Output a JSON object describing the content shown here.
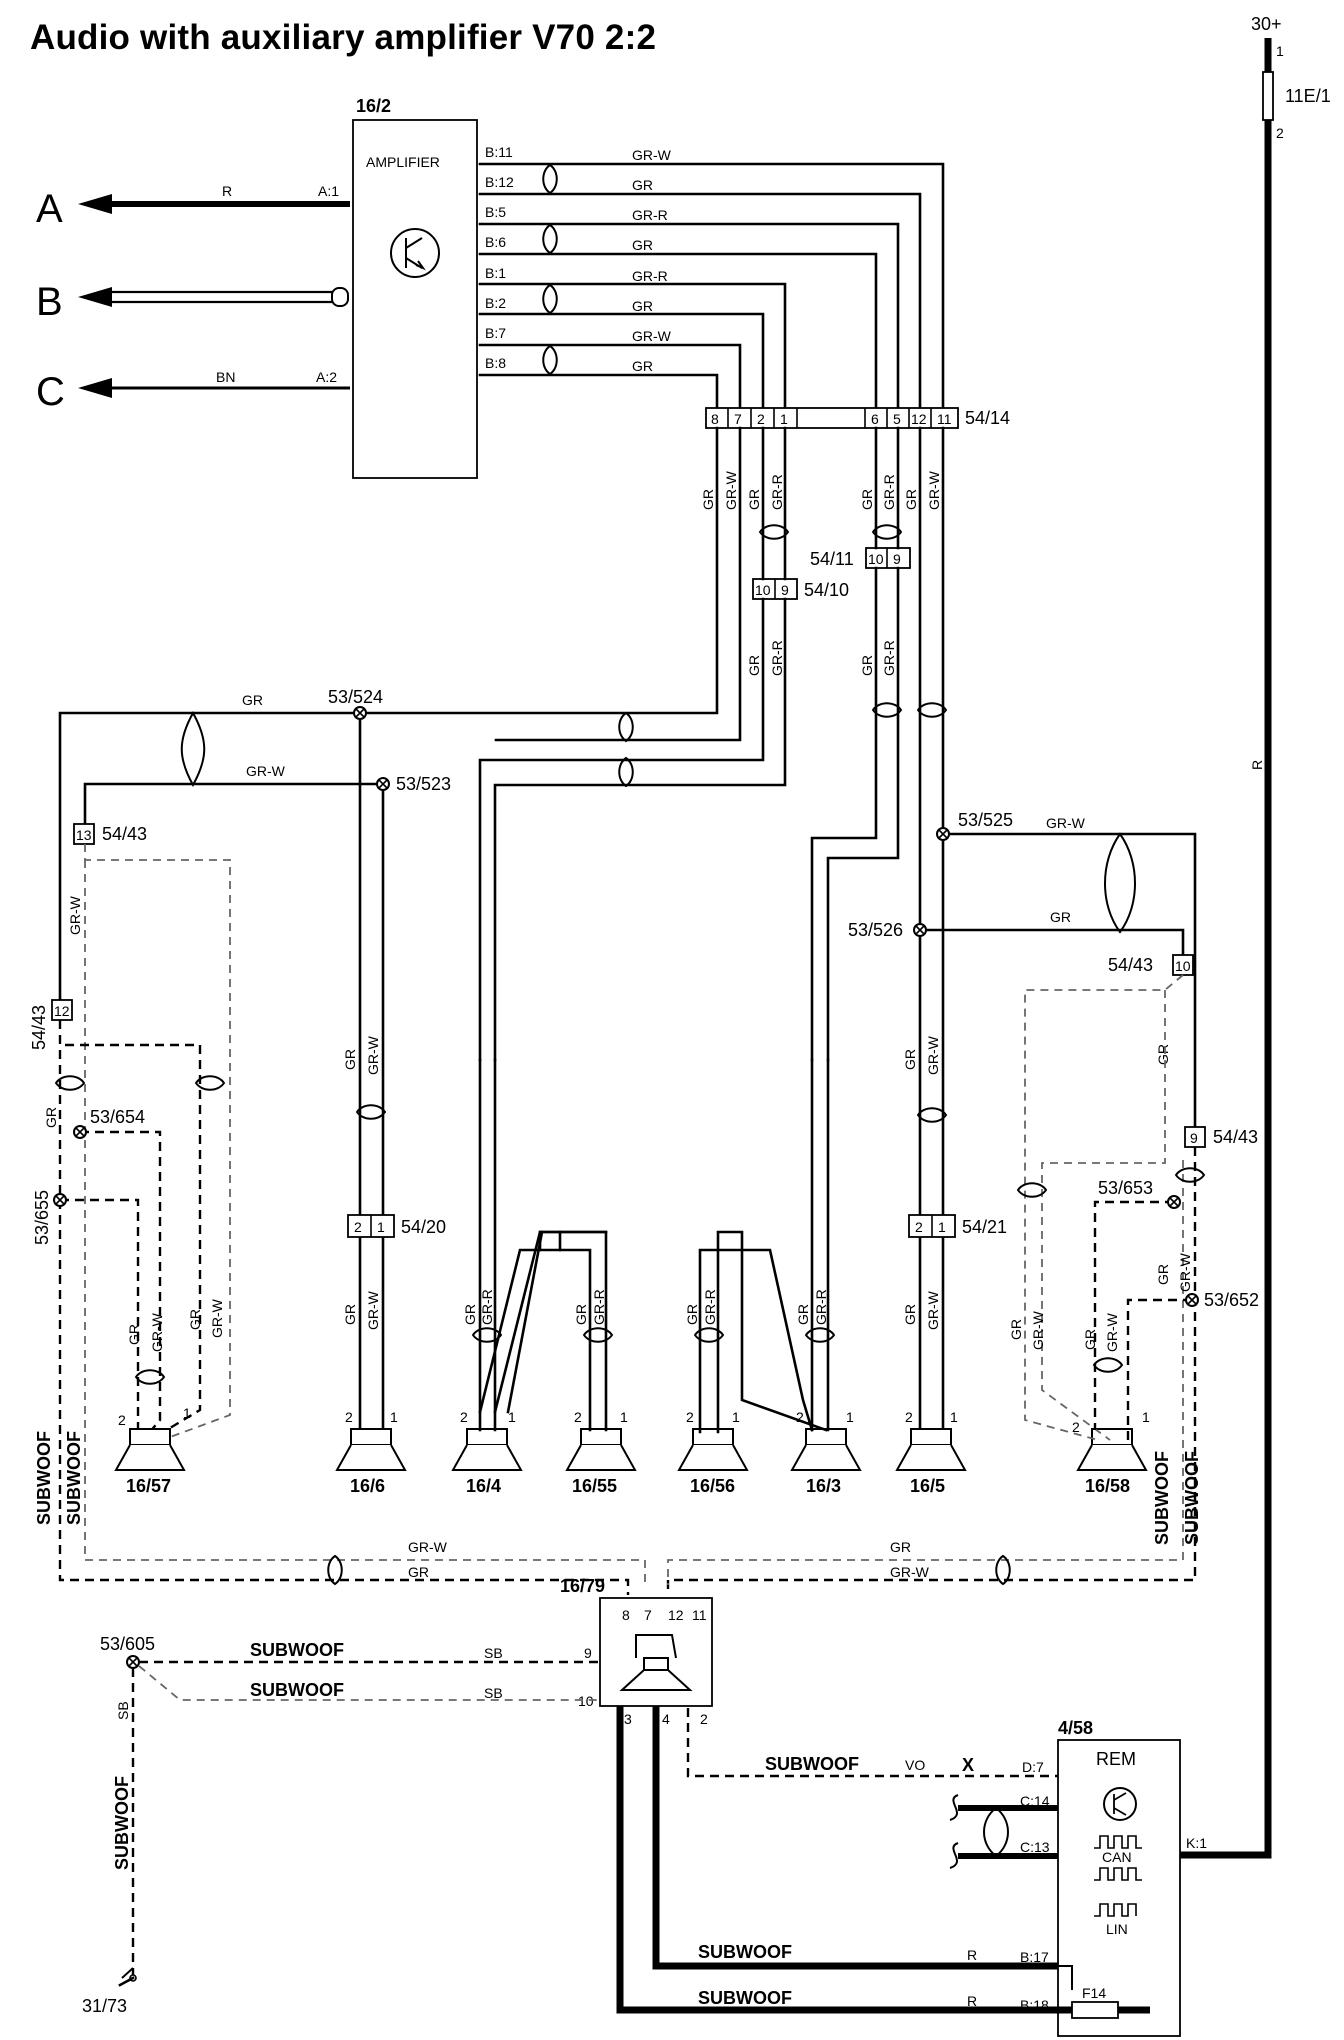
{
  "title": "Audio with auxiliary amplifier V70 2:2",
  "power": {
    "supply": "30+",
    "fuse": "11E/1",
    "pin1": "1",
    "pin2": "2",
    "wire_color": "R"
  },
  "arrows": [
    {
      "letter": "A",
      "wire_color": "R",
      "pin": "A:1"
    },
    {
      "letter": "B"
    },
    {
      "letter": "C",
      "wire_color": "BN",
      "pin": "A:2"
    }
  ],
  "amplifier": {
    "id": "16/2",
    "name": "AMPLIFIER",
    "pins": [
      {
        "pin": "B:11",
        "color": "GR-W"
      },
      {
        "pin": "B:12",
        "color": "GR"
      },
      {
        "pin": "B:5",
        "color": "GR-R"
      },
      {
        "pin": "B:6",
        "color": "GR"
      },
      {
        "pin": "B:1",
        "color": "GR-R"
      },
      {
        "pin": "B:2",
        "color": "GR"
      },
      {
        "pin": "B:7",
        "color": "GR-W"
      },
      {
        "pin": "B:8",
        "color": "GR"
      }
    ]
  },
  "connectors": {
    "c54_14": {
      "id": "54/14",
      "cells": [
        "8",
        "7",
        "2",
        "1",
        "6",
        "5",
        "12",
        "11"
      ]
    },
    "c54_11": {
      "id": "54/11",
      "cells": [
        "10",
        "9"
      ]
    },
    "c54_10": {
      "id": "54/10",
      "cells": [
        "10",
        "9"
      ]
    },
    "c54_20": {
      "id": "54/20",
      "cells": [
        "2",
        "1"
      ]
    },
    "c54_21": {
      "id": "54/21",
      "cells": [
        "2",
        "1"
      ]
    },
    "c54_43_l13": {
      "id": "54/43",
      "cell": "13"
    },
    "c54_43_l12": {
      "id": "54/43",
      "cell": "12"
    },
    "c54_43_r10": {
      "id": "54/43",
      "cell": "10"
    },
    "c54_43_r9": {
      "id": "54/43",
      "cell": "9"
    }
  },
  "splices": [
    "53/524",
    "53/523",
    "53/525",
    "53/526",
    "53/654",
    "53/655",
    "53/653",
    "53/652",
    "53/605"
  ],
  "wire_colors": {
    "gr": "GR",
    "grw": "GR-W",
    "grr": "GR-R",
    "sb": "SB",
    "vo": "VO",
    "r": "R"
  },
  "speakers": [
    {
      "id": "16/57",
      "pin_left": "2",
      "pin_right": "1"
    },
    {
      "id": "16/6",
      "pin_left": "2",
      "pin_right": "1"
    },
    {
      "id": "16/4",
      "pin_left": "2",
      "pin_right": "1"
    },
    {
      "id": "16/55",
      "pin_left": "2",
      "pin_right": "1"
    },
    {
      "id": "16/56",
      "pin_left": "2",
      "pin_right": "1"
    },
    {
      "id": "16/3",
      "pin_left": "2",
      "pin_right": "1"
    },
    {
      "id": "16/5",
      "pin_left": "2",
      "pin_right": "1"
    },
    {
      "id": "16/58",
      "pin_left": "2",
      "pin_right": "1"
    }
  ],
  "subwoofer_label": "SUBWOOF",
  "subwoofer_amp": {
    "id": "16/79",
    "pins": [
      "8",
      "7",
      "12",
      "11",
      "9",
      "10",
      "3",
      "4",
      "2"
    ]
  },
  "rem": {
    "id": "4/58",
    "name": "REM",
    "can": "CAN",
    "lin": "LIN",
    "fuse": "F14",
    "x_mark": "X",
    "pins": [
      "D:7",
      "C:14",
      "C:13",
      "K:1",
      "B:17",
      "B:18"
    ]
  },
  "ground": "31/73"
}
